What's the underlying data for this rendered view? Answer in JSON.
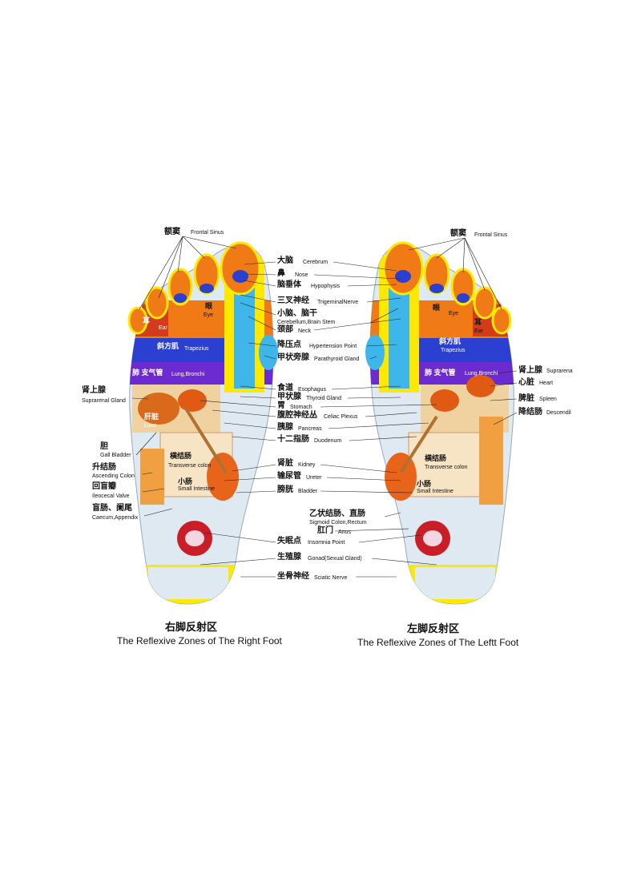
{
  "right_foot": {
    "caption_zh": "右脚反射区",
    "caption_en": "The Reflexive Zones of The Right Foot",
    "frontal_sinus_zh": "额窦",
    "frontal_sinus_en": "Frontal Sinus",
    "ear_zh": "耳",
    "ear_en": "Ear",
    "eye_zh": "眼",
    "eye_en": "Eye",
    "trapezius_zh": "斜方肌",
    "trapezius_en": "Trapezius",
    "lung_zh": "肺 支气管",
    "lung_en": "Lung,Bronchi",
    "suprarenal_zh": "肾上腺",
    "suprarenal_en": "Suprarenal Gland",
    "liver_zh": "肝脏",
    "liver_en": "Liver",
    "gall_zh": "胆",
    "gall_en": "Gall Bladder",
    "transverse_zh": "横结肠",
    "transverse_en": "Transverse colon",
    "ascending_zh": "升结肠",
    "ascending_en": "Ascending Colon",
    "small_int_zh": "小肠",
    "small_int_en": "Small Intestine",
    "ileocecal_zh": "回盲瓣",
    "ileocecal_en": "Ileocecal Valve",
    "caecum_zh": "盲肠、阑尾",
    "caecum_en": "Caecum,Appendix"
  },
  "left_foot": {
    "caption_zh": "左脚反射区",
    "caption_en": "The Reflexive Zones of The Leftt Foot",
    "frontal_sinus_zh": "额窦",
    "frontal_sinus_en": "Frontal Sinus",
    "eye_zh": "眼",
    "eye_en": "Eye",
    "ear_zh": "耳",
    "ear_en": "Ear",
    "trapezius_zh": "斜方肌",
    "trapezius_en": "Trapezius",
    "lung_zh": "肺 支气管",
    "lung_en": "Lung,Bronchi",
    "suprarena_zh": "肾上腺",
    "suprarena_en": "Suprarena",
    "heart_zh": "心脏",
    "heart_en": "Heart",
    "spleen_zh": "脾脏",
    "spleen_en": "Spleen",
    "descend_zh": "降结肠",
    "descend_en": "Descendil",
    "transverse_zh": "横结肠",
    "transverse_en": "Transverse colon",
    "small_int_zh": "小肠",
    "small_int_en": "Small Intestine"
  },
  "center": [
    {
      "zh": "大脑",
      "en": "Cerebrum"
    },
    {
      "zh": "鼻",
      "en": "Nose"
    },
    {
      "zh": "脑垂体",
      "en": "Hypophysis"
    },
    {
      "zh": "三叉神经",
      "en": "TrigeminalNerve"
    },
    {
      "zh": "小脑、脑干",
      "en": "Cerebellum,Brain Stem"
    },
    {
      "zh": "颈部",
      "en": "Neck"
    },
    {
      "zh": "降压点",
      "en": "Hypertension Point"
    },
    {
      "zh": "甲状旁腺",
      "en": "Parathyroid Gland"
    },
    {
      "zh": "食道",
      "en": "Esophagus"
    },
    {
      "zh": "甲状腺",
      "en": "Thyroid Gland"
    },
    {
      "zh": "胃",
      "en": "Stomach"
    },
    {
      "zh": "腹腔神经丛",
      "en": "Celiac Plexus"
    },
    {
      "zh": "胰腺",
      "en": "Pancreas"
    },
    {
      "zh": "十二指肠",
      "en": "Duodenum"
    },
    {
      "zh": "肾脏",
      "en": "Kidney"
    },
    {
      "zh": "输尿管",
      "en": "Ureter"
    },
    {
      "zh": "膀胱",
      "en": "Bladder"
    },
    {
      "zh": "乙状结肠、直肠",
      "en": "Sigmoid Colon,Rectum"
    },
    {
      "zh": "肛门",
      "en": "Anus"
    },
    {
      "zh": "失眠点",
      "en": "Insomnia Point"
    },
    {
      "zh": "生殖腺",
      "en": "Gonad(Sexual Gland)"
    },
    {
      "zh": "坐骨神经",
      "en": "Sciatic Nerve"
    }
  ],
  "colors": {
    "orange": "#f07a16",
    "yellow": "#fde900",
    "blue": "#2b3fd1",
    "cyan": "#3fb6ea",
    "red": "#d63a1c",
    "light": "#dfe9f2",
    "tan": "#f0d2a0"
  }
}
